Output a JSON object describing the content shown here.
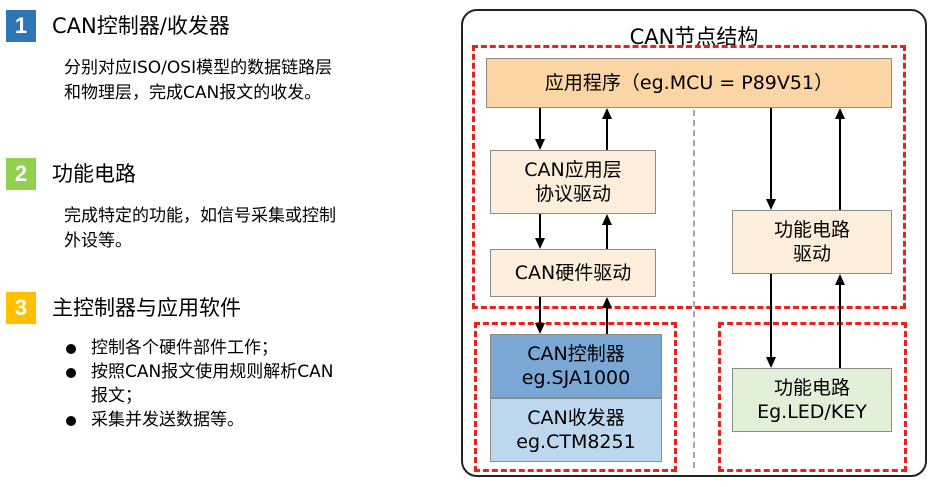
{
  "sections": [
    {
      "num": "1",
      "color": "#2e75b6",
      "title": "CAN控制器/收发器",
      "desc": [
        "分别对应ISO/OSI模型的数据链路层",
        "和物理层，完成CAN报文的收发。"
      ]
    },
    {
      "num": "2",
      "color": "#92d050",
      "title": "功能电路",
      "desc": [
        "完成特定的功能，如信号采集或控制",
        "外设等。"
      ]
    },
    {
      "num": "3",
      "color": "#ffc000",
      "title": "主控制器与应用软件",
      "bullets": [
        [
          "控制各个硬件部件工作；"
        ],
        [
          "按照CAN报文使用规则解析CAN",
          "报文；"
        ],
        [
          "采集并发送数据等。"
        ]
      ]
    }
  ],
  "diagram": {
    "title": "CAN节点结构",
    "app": "应用程序（eg.MCU = P89V51）",
    "can_app_layer": [
      "CAN应用层",
      "协议驱动"
    ],
    "can_hw_driver": "CAN硬件驱动",
    "func_driver": [
      "功能电路",
      "驱动"
    ],
    "can_controller": [
      "CAN控制器",
      "eg.SJA1000"
    ],
    "can_transceiver": [
      "CAN收发器",
      "eg.CTM8251"
    ],
    "func_circuit": [
      "功能电路",
      "Eg.LED/KEY"
    ]
  },
  "colors": {
    "dash_red": "#e8201e",
    "app_fill": "#fcd5a4",
    "soft_fill": "#fdeedc",
    "controller_fill": "#7ba7d4",
    "transceiver_fill": "#bdd7ee",
    "func_circuit_fill": "#e2efd9"
  }
}
